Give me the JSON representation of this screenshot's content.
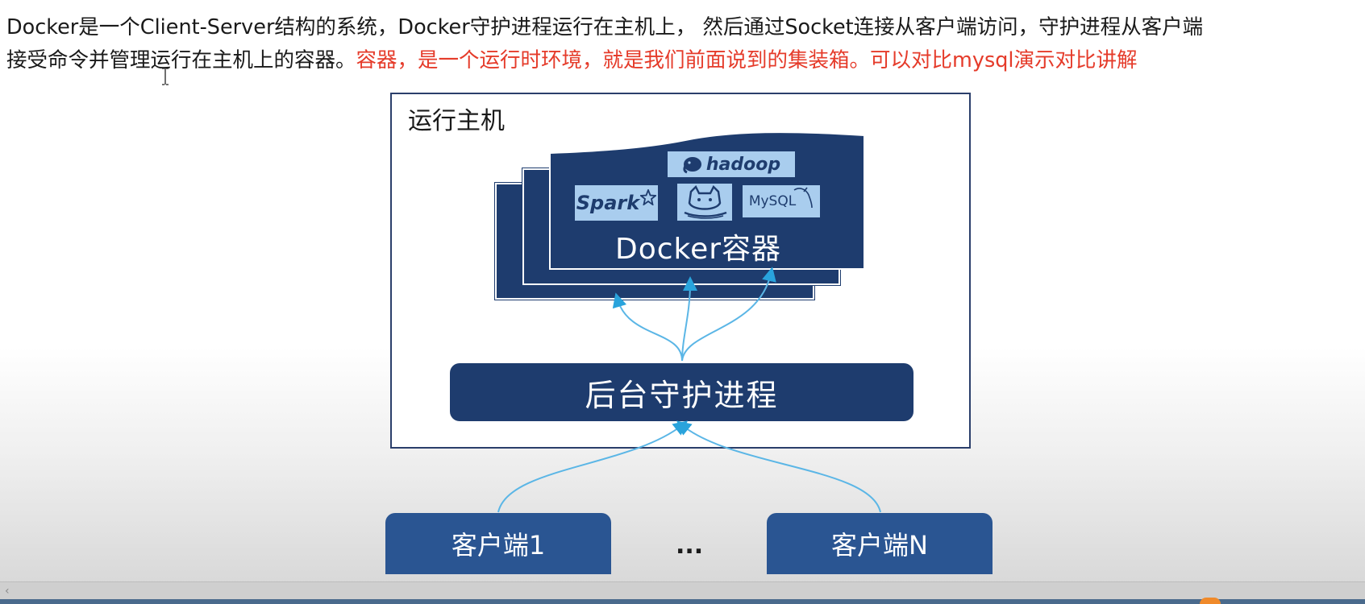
{
  "paragraph": {
    "line1": "Docker是一个Client-Server结构的系统，Docker守护进程运行在主机上， 然后通过Socket连接从客户端访问，守护进程从客户端",
    "line2_black": "接受命令并管理运行在主机上的容器。",
    "line2_red": "容器，是一个运行时环境，就是我们前面说到的集装箱。可以对比mysql演示对比讲解"
  },
  "diagram": {
    "host_title": "运行主机",
    "container_label": "Docker容器",
    "logos": {
      "hadoop": "hadoop",
      "spark": "Spark",
      "mysql": "MySQL"
    },
    "daemon_label": "后台守护进程",
    "client_1": "客户端1",
    "ellipsis": "...",
    "client_n": "客户端N"
  },
  "colors": {
    "navy": "#1e3c6e",
    "client_blue": "#2a5592",
    "arrow_blue": "#5bb6e6",
    "red_text": "#e53b2a"
  },
  "icons": {
    "text_cursor": "i-beam-cursor-icon",
    "scroll_left": "chevron-left-icon"
  }
}
